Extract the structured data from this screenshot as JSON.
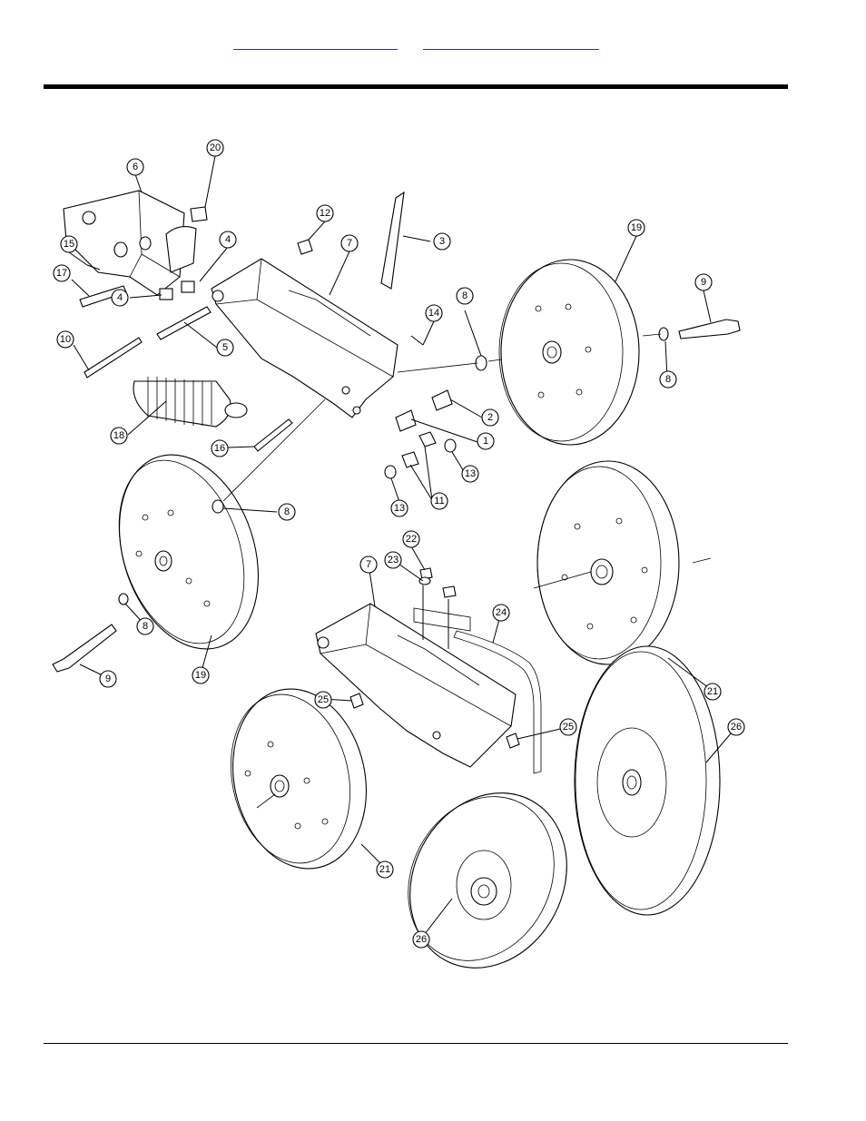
{
  "header": {
    "link_1": "",
    "link_2": ""
  },
  "callouts": [
    {
      "id": "c20a",
      "label": "20"
    },
    {
      "id": "c6",
      "label": "6"
    },
    {
      "id": "c4a",
      "label": "4"
    },
    {
      "id": "c12",
      "label": "12"
    },
    {
      "id": "c7a",
      "label": "7"
    },
    {
      "id": "c3",
      "label": "3"
    },
    {
      "id": "c19a",
      "label": "19"
    },
    {
      "id": "c9a",
      "label": "9"
    },
    {
      "id": "c15",
      "label": "15"
    },
    {
      "id": "c17",
      "label": "17"
    },
    {
      "id": "c4b",
      "label": "4"
    },
    {
      "id": "c8a",
      "label": "8"
    },
    {
      "id": "c14",
      "label": "14"
    },
    {
      "id": "c10",
      "label": "10"
    },
    {
      "id": "c5",
      "label": "5"
    },
    {
      "id": "c8b",
      "label": "8"
    },
    {
      "id": "c2",
      "label": "2"
    },
    {
      "id": "c1",
      "label": "1"
    },
    {
      "id": "c18",
      "label": "18"
    },
    {
      "id": "c16",
      "label": "16"
    },
    {
      "id": "c13a",
      "label": "13"
    },
    {
      "id": "c13b",
      "label": "13"
    },
    {
      "id": "c11",
      "label": "11"
    },
    {
      "id": "c8c",
      "label": "8"
    },
    {
      "id": "c22",
      "label": "22"
    },
    {
      "id": "c23",
      "label": "23"
    },
    {
      "id": "c7b",
      "label": "7"
    },
    {
      "id": "c24",
      "label": "24"
    },
    {
      "id": "c8d",
      "label": "8"
    },
    {
      "id": "c9b",
      "label": "9"
    },
    {
      "id": "c19b",
      "label": "19"
    },
    {
      "id": "c21a",
      "label": "21"
    },
    {
      "id": "c25a",
      "label": "25"
    },
    {
      "id": "c25b",
      "label": "25"
    },
    {
      "id": "c26a",
      "label": "26"
    },
    {
      "id": "c21b",
      "label": "21"
    },
    {
      "id": "c26b",
      "label": "26"
    }
  ]
}
